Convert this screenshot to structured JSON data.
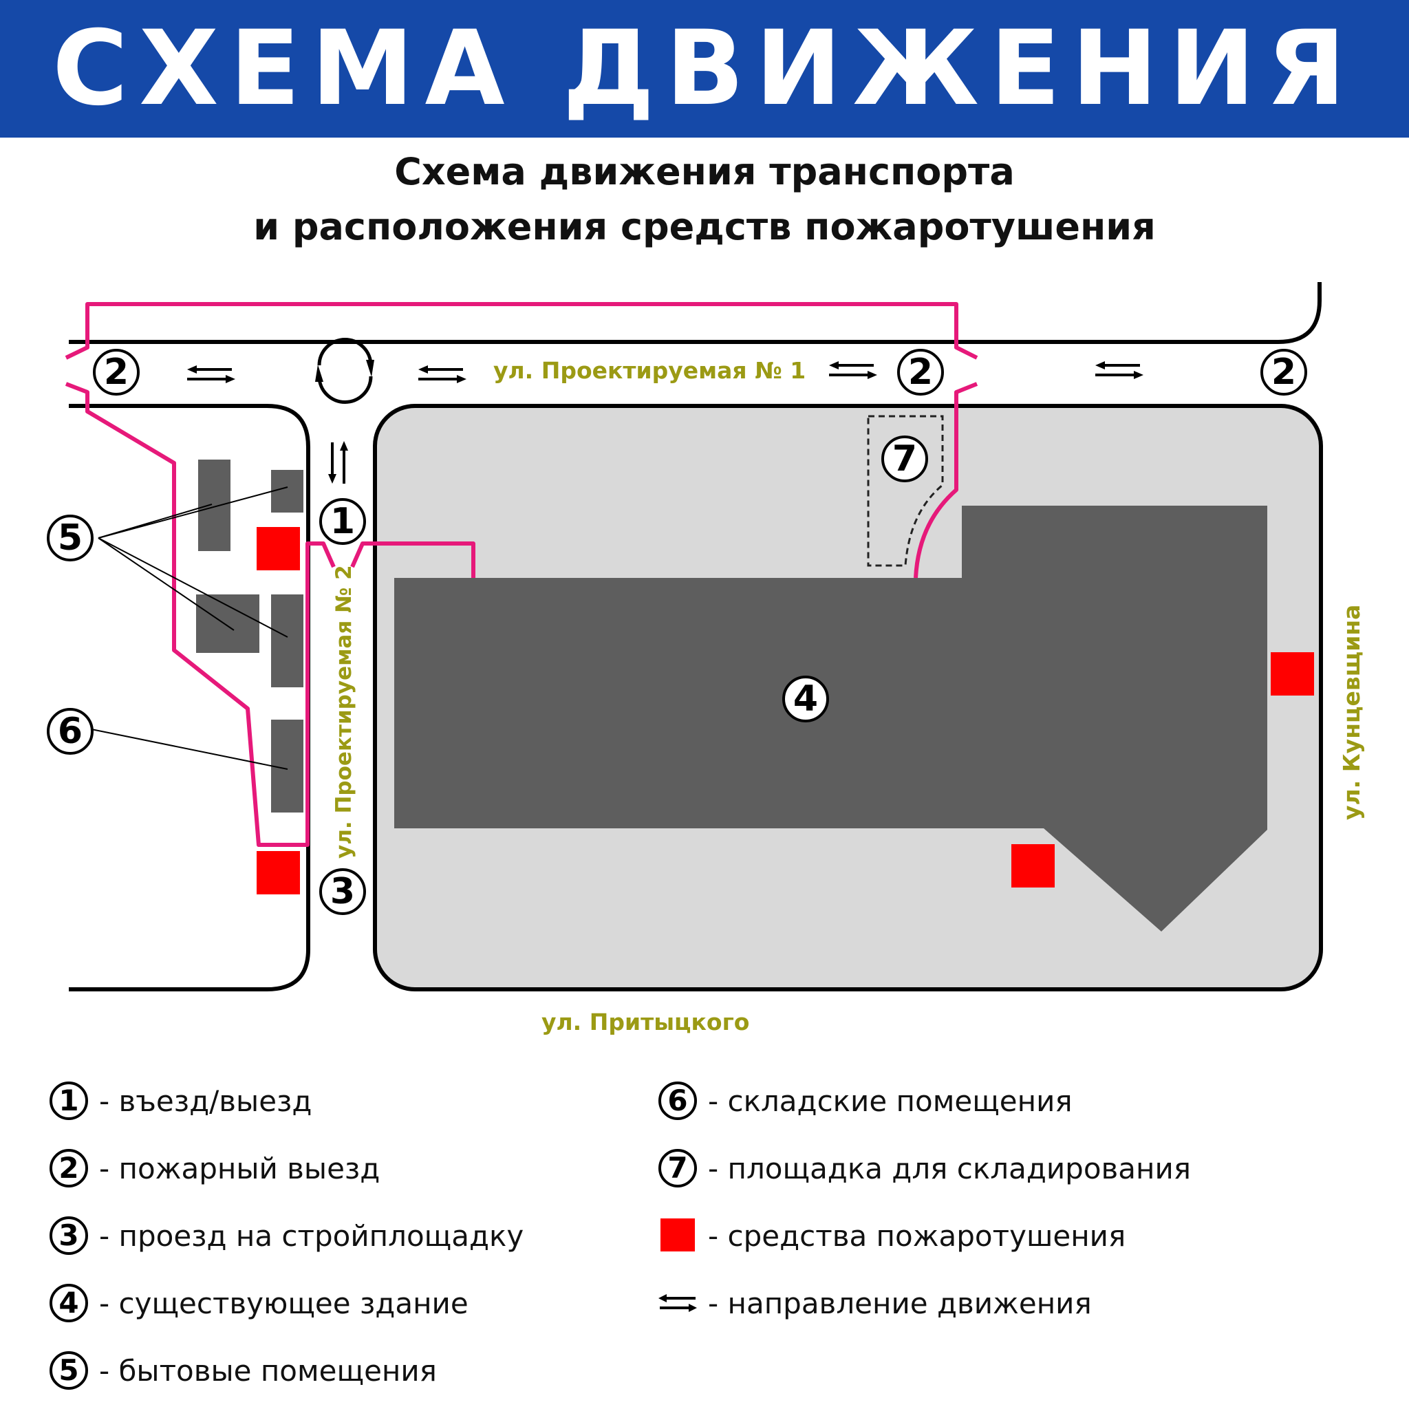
{
  "header": {
    "title": "СХЕМА ДВИЖЕНИЯ",
    "subtitle_line1": "Схема движения транспорта",
    "subtitle_line2": "и расположения средств пожаротушения"
  },
  "map": {
    "streets": {
      "north": "ул. Проектируемая № 1",
      "west_inner": "ул. Проектируемая № 2",
      "east": "ул. Кунцевщина",
      "south": "ул. Притыцкого"
    },
    "markers": {
      "entry": "1",
      "fire_exit": "2",
      "site_passage": "3",
      "building": "4",
      "domestic": "5",
      "storage": "6",
      "storage_area": "7"
    }
  },
  "legend": {
    "items": [
      {
        "mark": "1",
        "text": "- въезд/выезд"
      },
      {
        "mark": "2",
        "text": "- пожарный выезд"
      },
      {
        "mark": "3",
        "text": "- проезд на стройплощадку"
      },
      {
        "mark": "4",
        "text": "- существующее здание"
      },
      {
        "mark": "5",
        "text": "- бытовые помещения"
      },
      {
        "mark": "6",
        "text": "- складские помещения"
      },
      {
        "mark": "7",
        "text": "- площадка для складирования"
      },
      {
        "mark": "fire-equipment-square",
        "text": "- средства пожаротушения"
      },
      {
        "mark": "two-way-arrows",
        "text": "- направление движения"
      }
    ]
  },
  "colors": {
    "banner": "#1549a8",
    "fence": "#e6197a",
    "fire_equipment": "#ff0000",
    "building": "#5e5e5e",
    "site_area": "#d9d9d9",
    "street_label": "#9b9a14"
  }
}
